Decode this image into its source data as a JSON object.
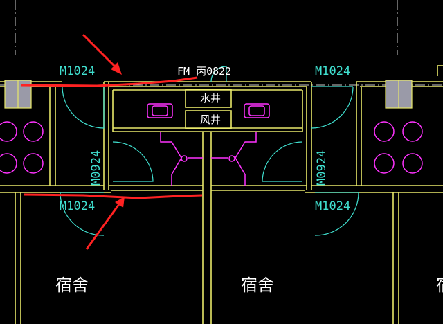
{
  "labels": {
    "door_top_left": "M1024",
    "door_top_right": "M1024",
    "door_bottom_left": "M1024",
    "door_bottom_right": "M1024",
    "door_side_left": "M0924",
    "door_side_right": "M0924",
    "fire_door": "FM 丙0822",
    "water_shaft": "水井",
    "air_shaft": "风井",
    "room_left": "宿舍",
    "room_middle": "宿舍",
    "room_right": "宿"
  },
  "colors": {
    "background": "#000000",
    "wall": "#e8e86a",
    "door": "#40e0d0",
    "fixture": "#ff33ff",
    "annotation": "#ff2222",
    "column": "#9a9aa8"
  }
}
